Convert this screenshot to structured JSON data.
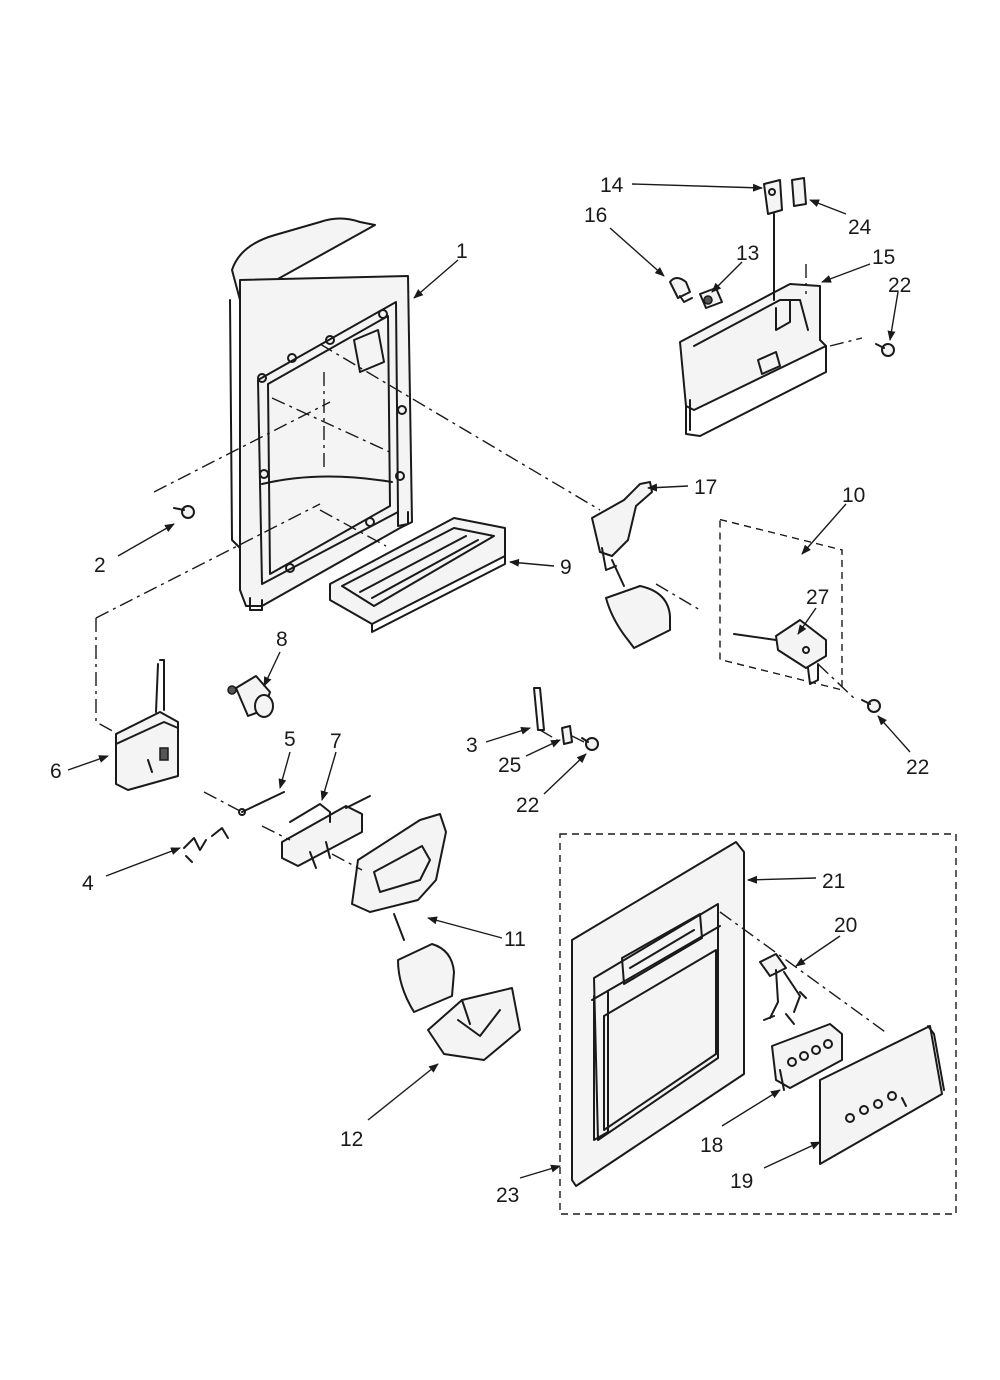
{
  "callouts": [
    {
      "id": "c1",
      "text": "1"
    },
    {
      "id": "c2",
      "text": "2"
    },
    {
      "id": "c3",
      "text": "3"
    },
    {
      "id": "c4",
      "text": "4"
    },
    {
      "id": "c5",
      "text": "5"
    },
    {
      "id": "c6",
      "text": "6"
    },
    {
      "id": "c7",
      "text": "7"
    },
    {
      "id": "c8",
      "text": "8"
    },
    {
      "id": "c9",
      "text": "9"
    },
    {
      "id": "c10",
      "text": "10"
    },
    {
      "id": "c11",
      "text": "11"
    },
    {
      "id": "c12",
      "text": "12"
    },
    {
      "id": "c13",
      "text": "13"
    },
    {
      "id": "c14",
      "text": "14"
    },
    {
      "id": "c15",
      "text": "15"
    },
    {
      "id": "c16",
      "text": "16"
    },
    {
      "id": "c17",
      "text": "17"
    },
    {
      "id": "c18",
      "text": "18"
    },
    {
      "id": "c19",
      "text": "19"
    },
    {
      "id": "c20",
      "text": "20"
    },
    {
      "id": "c21",
      "text": "21"
    },
    {
      "id": "c22a",
      "text": "22"
    },
    {
      "id": "c22b",
      "text": "22"
    },
    {
      "id": "c22c",
      "text": "22"
    },
    {
      "id": "c23",
      "text": "23"
    },
    {
      "id": "c24",
      "text": "24"
    },
    {
      "id": "c25",
      "text": "25"
    },
    {
      "id": "c27",
      "text": "27"
    }
  ]
}
